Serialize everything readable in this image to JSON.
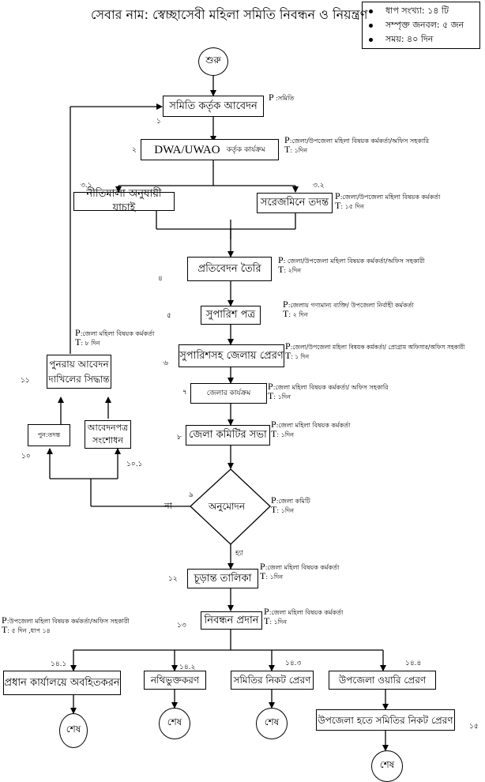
{
  "title": "সেবার নাম: স্বেচ্ছাসেবী মহিলা সমিতি নিবন্ধন ও নিয়ন্ত্রণ",
  "summary": {
    "items": [
      "ধাপ সংখ্যা: ১৪ টি",
      "সম্পৃক্ত জনবল: ৫ জন",
      "সময়: ৪০ দিন"
    ]
  },
  "start": "শুরু",
  "end": "শেষ",
  "steps": {
    "s1": {
      "num": "১",
      "label": "সমিতি কর্তৃক আবেদন",
      "p": "P",
      "p_text": " :সমিতি"
    },
    "s2": {
      "num": "২",
      "label_a": "DWA/UWAO",
      "label_b": "কর্তৃক কার্যক্রম",
      "p": "P",
      "p_text": ":জেলা/উপজেলা মহিলা বিষয়ক কর্মকর্তা/অফিস সহকারি",
      "t": "T",
      "t_text": ": ১দিন"
    },
    "s31": {
      "num": "৩.১",
      "label": "নীতিমালা অনুযায়ী যাচাই"
    },
    "s32": {
      "num": "৩.২",
      "label": "সরেজমিনে তদন্ত",
      "p": "P",
      "p_text": ":জেলা/উপজেলা মহিলা বিষয়ক কর্মকর্তা",
      "t": "T",
      "t_text": ": ১৫ দিন"
    },
    "s4": {
      "num": "৪",
      "label": "প্রতিবেদন তৈরি",
      "p": "P",
      "p_text": ": জেলা/উপজেলা মহিলা বিষয়ক  কর্মকর্তা/অফিস সহকারী",
      "t": "T",
      "t_text": ": ২দিন"
    },
    "s5": {
      "num": "৫",
      "label": "সুপারিশ পত্র",
      "p": "P",
      "p_text": ":জেলায় গণ্যমান্য ব্যক্তি/  উপজেলা নির্বাহী কর্মকর্তা",
      "t": "T",
      "t_text": ": ২ দিন"
    },
    "s6": {
      "num": "৬",
      "label": "সুপারিশসহ জেলায় প্রেরণ",
      "p": "P",
      "p_text": ":জেলা/উপজেলা মহিলা বিষয়ক কর্মকর্তা/ প্রোগ্রাম অফিসার/অফিস সহকারী",
      "t": "T",
      "t_text": ": ১ দিন"
    },
    "s7": {
      "num": "৭",
      "label": "জেলার কার্যক্রম",
      "p": "P",
      "p_text": ":জেলা মহিলা বিষয়ক কর্মকর্তা/ অফিস সহকারি",
      "t": "T",
      "t_text": ": ১দিন"
    },
    "s8": {
      "num": "৮",
      "label": "জেলা কমিটির সভা",
      "p": "P",
      "p_text": ":জেলা মহিলা বিষয়ক কর্মকর্তা",
      "t": "T",
      "t_text": ": ১দিন"
    },
    "s9": {
      "num": "৯",
      "label": "অনুমোদন",
      "p": "P",
      "p_text": ":জেলা কমিটি",
      "t": "T",
      "t_text": ": ১দিন",
      "no": "না",
      "yes": "হ্যা"
    },
    "s10": {
      "num": "১০",
      "label": "পুন:তদন্ত"
    },
    "s101": {
      "num": "১০.১",
      "label_a": "আবেদনপত্র",
      "label_b": "সংশোধন"
    },
    "s11": {
      "num": "১১",
      "label_a": "পুনরায় আবেদন",
      "label_b": "দাখিলের সিদ্ধান্ত",
      "p": "P",
      "p_text": ":জেলা মহিলা বিষয়ক কর্মকর্তা",
      "t": "T",
      "t_text": ": ৮ দিন"
    },
    "s12": {
      "num": "১২",
      "label": "চূড়ান্ত তালিকা",
      "p": "P",
      "p_text": ":জেলা মহিলা বিষয়ক কর্মকর্তা",
      "t": "T",
      "t_text": ": ১দিন"
    },
    "s13": {
      "num": "১৩",
      "label": "নিবন্ধন প্রদান",
      "p": "P",
      "p_text": ":জেলা মহিলা বিষয়ক কর্মকর্তা",
      "t": "T",
      "t_text": ": ১দিন"
    },
    "s14_note": {
      "p": "P",
      "p_text": ":উপজেলা মহিলা বিষয়ক কর্মকর্তা/অফিস সহকারী",
      "t": "T",
      "t_text": ": ৫ দিন ,ধাপ ১৪"
    },
    "s141": {
      "num": "১৪.১",
      "label": "প্রধান কার্যালয়ে অবহিতকরন"
    },
    "s142": {
      "num": "১৪.২",
      "label": "নথিভুক্তকরণ"
    },
    "s143": {
      "num": "১৪.৩",
      "label": "সমিতির নিকট প্রেরণ"
    },
    "s144": {
      "num": "১৪.৪",
      "label": "উপজেলা ওয়ারি প্রেরণ"
    },
    "s15": {
      "num": "১৫",
      "label": "উপজেলা হতে সমিতির নিকট প্রেরণ"
    }
  }
}
